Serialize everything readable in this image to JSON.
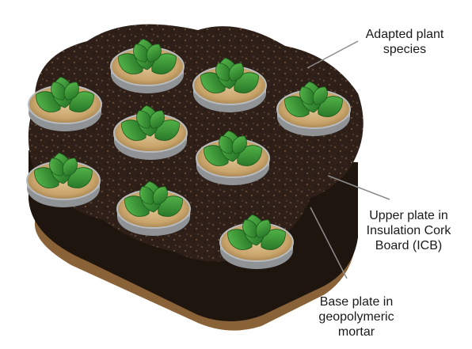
{
  "labels": {
    "plants": [
      "Adapted plant",
      "species"
    ],
    "cork": [
      "Upper plate in",
      "Insulation Cork",
      "Board (ICB)"
    ],
    "base": [
      "Base plate in",
      "geopolymeric",
      "mortar"
    ]
  },
  "colors": {
    "soil_dark": "#2b1d14",
    "soil_mid": "#4a3526",
    "base_mortar": "#8a6238",
    "ring": "#c9ccce",
    "substrate": "#d2b27c",
    "leaf": "#3f9d3a",
    "leaf_dark": "#256b24",
    "leader": "#8c8c8c"
  }
}
